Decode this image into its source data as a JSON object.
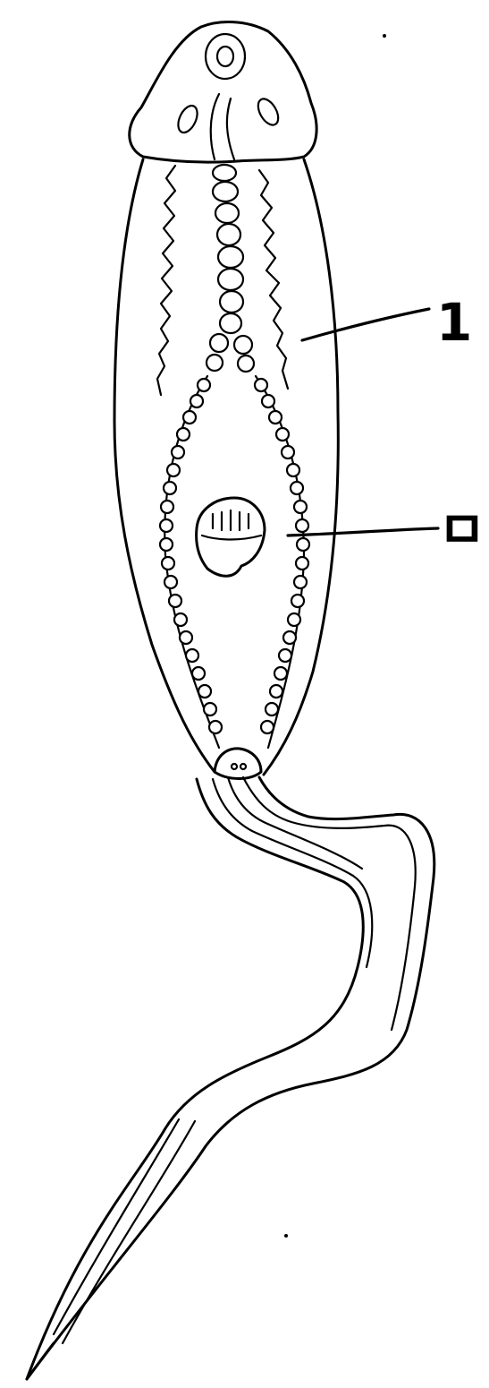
{
  "figure": {
    "parts": [
      "head",
      "body",
      "oral-sucker",
      "eye-spots",
      "pharynx-column",
      "intestinal-branches",
      "ventral-sucker",
      "tail"
    ]
  },
  "callouts": [
    {
      "id": "1",
      "label": "1"
    },
    {
      "id": "2",
      "label": "ㅁ"
    }
  ]
}
